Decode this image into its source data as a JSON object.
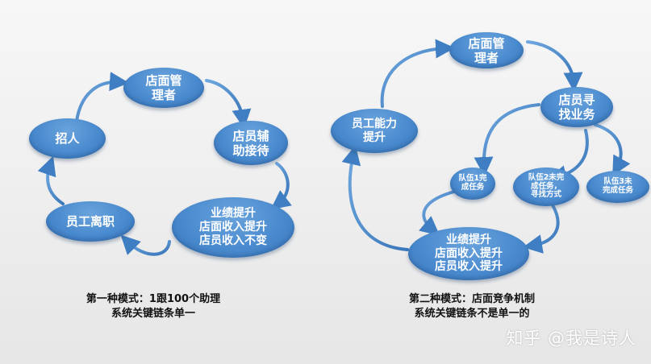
{
  "diagram_left": {
    "nodes": {
      "store_manager": "店面管\n理者",
      "staff_assist": "店员辅\n助接待",
      "performance": "业绩提升\n店面收入提升\n店员收入不变",
      "staff_leave": "员工离职",
      "recruit": "招人"
    },
    "caption": "第一种模式：1跟100个助理\n系统关键链条单一"
  },
  "diagram_right": {
    "nodes": {
      "store_manager": "店面管\n理者",
      "staff_find_business": "店员寻\n找业务",
      "team1": "队伍1完\n成任务",
      "team2": "队伍2未完\n成任务，\n寻找方式",
      "team3": "队伍3未\n完成任务",
      "performance": "业绩提升\n店面收入提升\n店员收入提升",
      "ability_up": "员工能力\n提升"
    },
    "caption": "第二种模式：店面竞争机制\n系统关键链条不是单一的"
  },
  "watermark": "知乎 @我是诗人",
  "colors": {
    "node_fill": "#4a8bcf",
    "arrow": "#4a8bcf",
    "caption_text": "#111111",
    "background": "#eeeeee"
  }
}
